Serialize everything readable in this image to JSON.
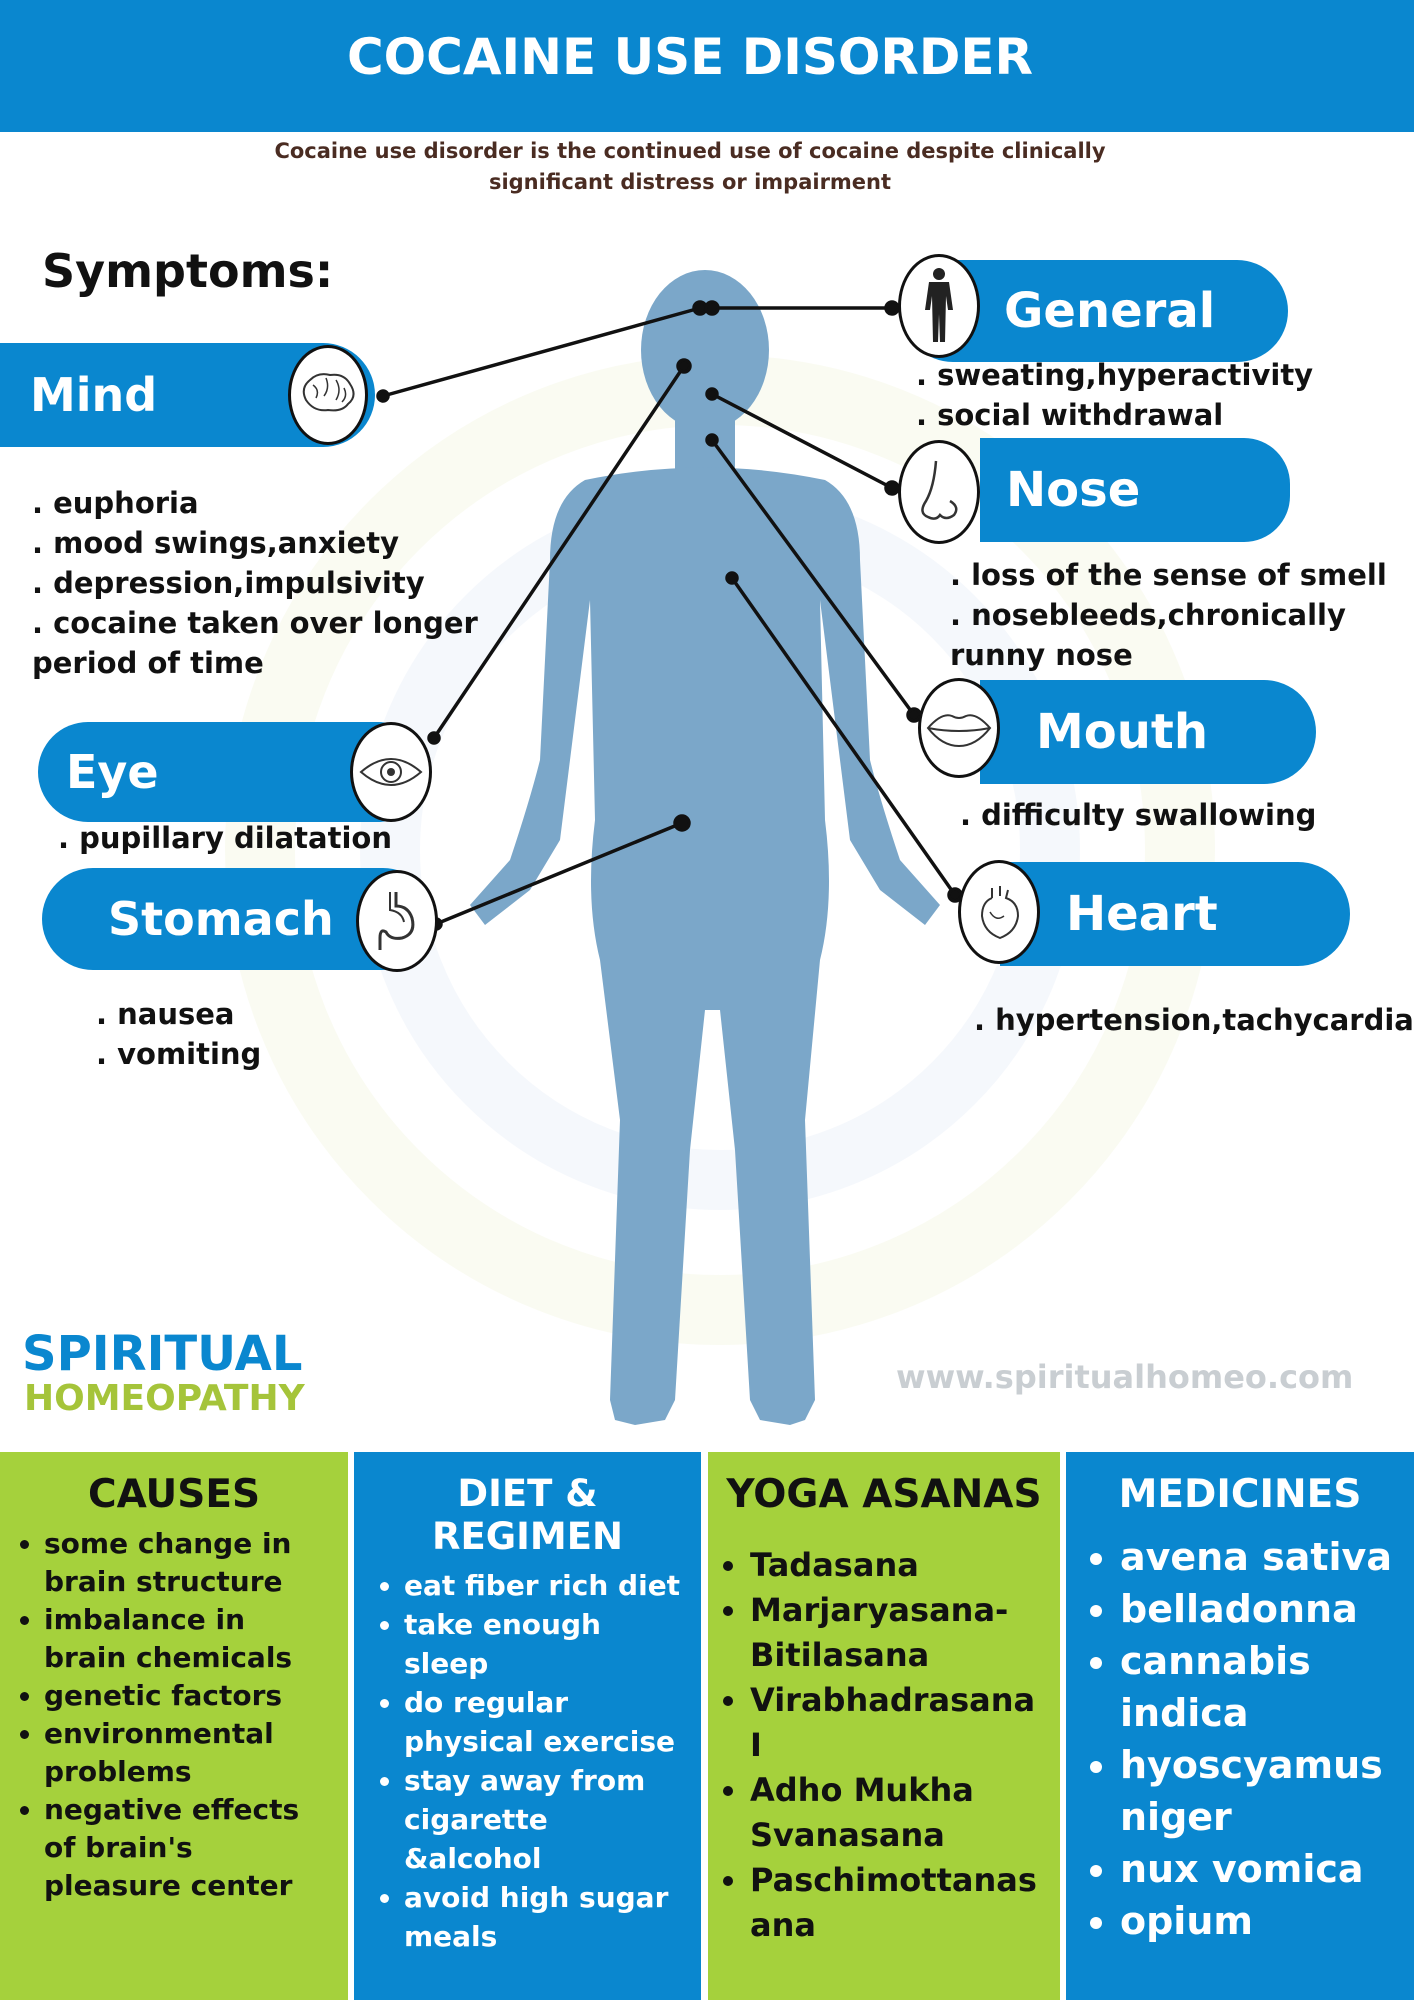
{
  "header": {
    "title": "COCAINE USE DISORDER",
    "subtitle_line1": "Cocaine use disorder is the continued use of cocaine despite clinically",
    "subtitle_line2": "significant distress or impairment"
  },
  "symptoms": {
    "heading": "Symptoms:",
    "mind": {
      "label": "Mind",
      "icon": "brain-icon",
      "items": [
        ". euphoria",
        ". mood swings,anxiety",
        ". depression,impulsivity",
        ". cocaine taken over longer",
        "period of time"
      ]
    },
    "eye": {
      "label": "Eye",
      "icon": "eye-icon",
      "items": [
        ". pupillary dilatation"
      ]
    },
    "stomach": {
      "label": "Stomach",
      "icon": "stomach-icon",
      "items": [
        ". nausea",
        ". vomiting"
      ]
    },
    "general": {
      "label": "General",
      "icon": "body-silhouette-icon",
      "items": [
        ". sweating,hyperactivity",
        ". social withdrawal"
      ]
    },
    "nose": {
      "label": "Nose",
      "icon": "nose-icon",
      "items": [
        ". loss of the sense of smell",
        ". nosebleeds,chronically",
        "runny nose"
      ]
    },
    "mouth": {
      "label": "Mouth",
      "icon": "lips-icon",
      "items": [
        ". difficulty swallowing"
      ]
    },
    "heart": {
      "label": "Heart",
      "icon": "heart-icon",
      "items": [
        ". hypertension,tachycardia"
      ]
    }
  },
  "brand": {
    "line1": "SPIRITUAL",
    "line2": "HOMEOPATHY",
    "website": "www.spiritualhomeo.com"
  },
  "panels": {
    "causes": {
      "title": "CAUSES",
      "items": [
        "some change in brain structure",
        "imbalance in brain chemicals",
        "genetic factors",
        "environmental problems",
        "negative effects of brain's pleasure center"
      ]
    },
    "diet": {
      "title": "DIET & REGIMEN",
      "items": [
        "eat fiber rich diet",
        "take enough sleep",
        "do regular physical exercise",
        "stay away from cigarette  &alcohol",
        "avoid high sugar meals"
      ]
    },
    "yoga": {
      "title": "YOGA ASANAS",
      "items": [
        "Tadasana",
        "Marjaryasana-Bitilasana",
        "Virabhadrasana I",
        "Adho Mukha Svanasana",
        "Paschimottanasana"
      ]
    },
    "medicines": {
      "title": "MEDICINES",
      "items": [
        "avena sativa",
        "belladonna",
        "cannabis indica",
        "hyoscyamus niger",
        "nux vomica",
        "opium"
      ]
    }
  },
  "colors": {
    "primary_blue": "#0a87cf",
    "lime_green": "#a5d13c",
    "silhouette": "#7ba7c9",
    "subtitle_brown": "#4a2c22"
  }
}
